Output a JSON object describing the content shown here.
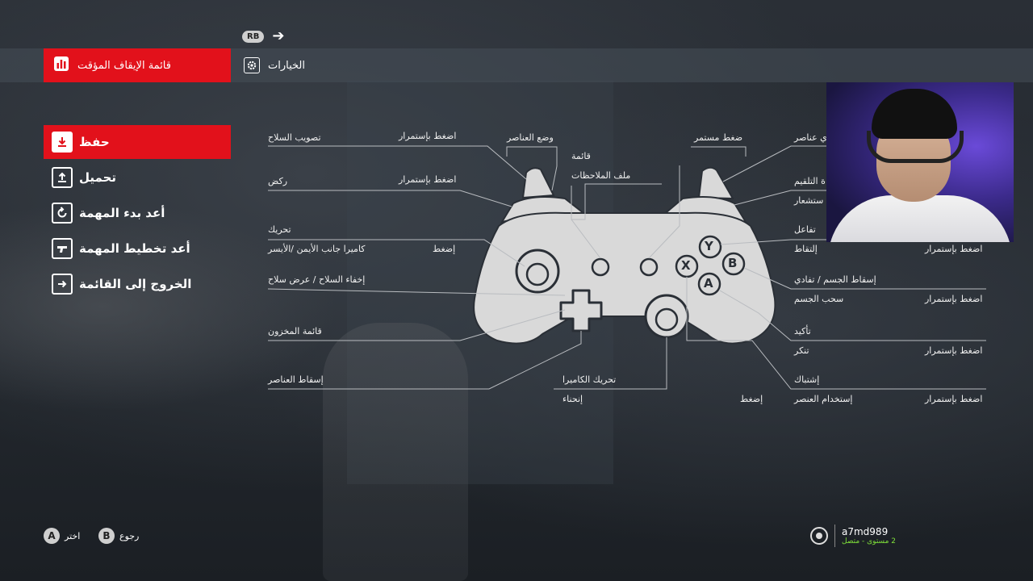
{
  "header": {
    "rb_badge": "RB",
    "pause_menu_label": "قائمة الإيقاف المؤقت",
    "options_label": "الخيارات"
  },
  "menu": {
    "items": [
      {
        "label": "حفظ",
        "icon": "download-icon",
        "active": true
      },
      {
        "label": "تحميل",
        "icon": "upload-icon",
        "active": false
      },
      {
        "label": "أعد بدء المهمة",
        "icon": "restart-icon",
        "active": false
      },
      {
        "label": "أعد تخطيط المهمة",
        "icon": "pistol-icon",
        "active": false
      },
      {
        "label": "الخروج إلى القائمة",
        "icon": "exit-icon",
        "active": false
      }
    ]
  },
  "controller": {
    "button_y": "Y",
    "button_x": "X",
    "button_b": "B",
    "button_a": "A",
    "left": {
      "lt_hold": "اضغط بإستمرار",
      "lt_action": "تصويب السلاح",
      "lb_hold": "اضغط بإستمرار",
      "lb_action": "ركض",
      "ls_move": "تحريك",
      "ls_press": "إضغط",
      "ls_camera": "كاميرا جانب الأيمن /الأيسر",
      "dpad_up": "إخفاء السلاح / عرض سلاح",
      "dpad_left": "قائمة المخزون",
      "dpad_down": "إسقاط العناصر"
    },
    "top": {
      "view_mode": "وضع العناصر",
      "menu": "قائمة",
      "notes_file": "ملف الملاحظات",
      "rt_hold_press": "ضغط مستمر"
    },
    "bottom": {
      "rs_move": "تحريك الكاميرا",
      "rs_press": "إضغط",
      "rs_crouch": "إنحناء"
    },
    "right": {
      "rt_partial": "ي عناصر",
      "rb_partial_1": "ة التلقيم",
      "rb_partial_2": "ستشعار",
      "y_action": "تفاعل",
      "y_hold": "اضغط بإستمرار",
      "y_pickup": "إلتقاط",
      "b_action": "إسقاط الجسم / تفادي",
      "b_hold": "اضغط بإستمرار",
      "b_drag": "سحب الجسم",
      "a_action": "تأكيد",
      "a_hold": "اضغط بإستمرار",
      "a_disguise": "تنكر",
      "x_action": "إشتباك",
      "x_hold": "اضغط بإستمرار",
      "x_use": "إستخدام العنصر"
    }
  },
  "footer": {
    "a_button": "A",
    "select_label": "اختر",
    "b_button": "B",
    "back_label": "رجوع",
    "username": "a7md989",
    "status": "2 مستوى - متصل"
  },
  "colors": {
    "accent": "#e2111b",
    "controller": "#d9d9d9",
    "online": "#7fe03a"
  }
}
